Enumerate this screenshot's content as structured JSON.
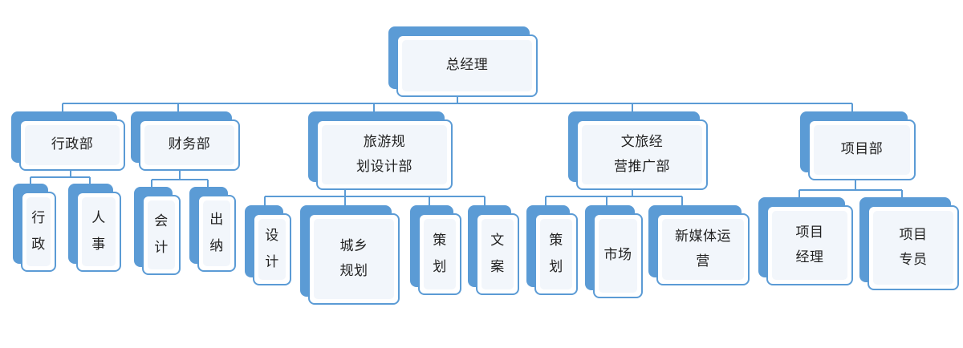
{
  "colors": {
    "line": "#5b9bd5",
    "box_back": "#5b9bd5",
    "box_border": "#5b9bd5",
    "box_fill": "#f2f6fb"
  },
  "nodes": [
    {
      "id": "gm",
      "label": "总经理"
    },
    {
      "id": "admin",
      "label": "行政部"
    },
    {
      "id": "finance",
      "label": "财务部"
    },
    {
      "id": "tourism-planning",
      "label": "旅游规\n划设计部"
    },
    {
      "id": "culture-tourism",
      "label": "文旅经\n营推广部"
    },
    {
      "id": "project",
      "label": "项目部"
    },
    {
      "id": "admin-staff",
      "label": "行\n政"
    },
    {
      "id": "hr",
      "label": "人\n事"
    },
    {
      "id": "accounting",
      "label": "会\n计"
    },
    {
      "id": "cashier",
      "label": "出\n纳"
    },
    {
      "id": "design",
      "label": "设\n计"
    },
    {
      "id": "urban-rural",
      "label": "城乡\n规划"
    },
    {
      "id": "planning-a",
      "label": "策\n划"
    },
    {
      "id": "copywriting",
      "label": "文\n案"
    },
    {
      "id": "planning-b",
      "label": "策\n划"
    },
    {
      "id": "market",
      "label": "市场"
    },
    {
      "id": "new-media",
      "label": "新媒体运\n营"
    },
    {
      "id": "project-manager",
      "label": "项目\n经理"
    },
    {
      "id": "project-specialist",
      "label": "项目\n专员"
    }
  ]
}
